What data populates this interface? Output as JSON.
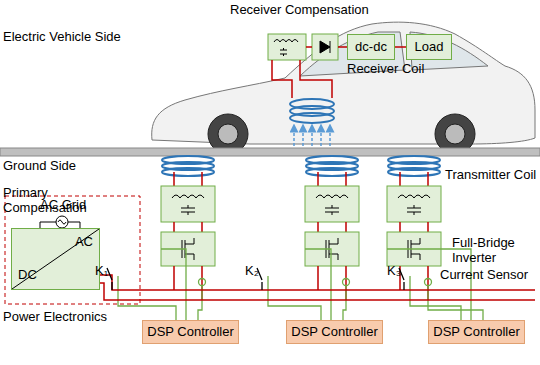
{
  "diagram": {
    "nodes": [
      {
        "text": [
          "dc-dc"
        ]
      },
      {
        "text": [
          "Load"
        ]
      },
      {
        "text": [
          "Power Electronics"
        ]
      },
      {
        "text": [
          "AC",
          "DC"
        ],
        "in": 2
      },
      {
        "text": [
          "DSP Controller"
        ]
      },
      {
        "text": [
          "DSP Controller"
        ]
      },
      {
        "text": [
          "DSP Controller"
        ]
      }
    ],
    "edges": [
      {
        "from": 0,
        "to": 1,
        "arrow": "none"
      }
    ],
    "labels": [
      "Receiver Compensation",
      "Electric Vehicle Side",
      "Receiver Coil",
      "Ground Side",
      "Transmitter Coil",
      "Primary Compensation",
      "Full-Bridge Inverter",
      "AC Grid",
      "K₁",
      "K₂",
      "K₃",
      "Current Sensor"
    ]
  }
}
